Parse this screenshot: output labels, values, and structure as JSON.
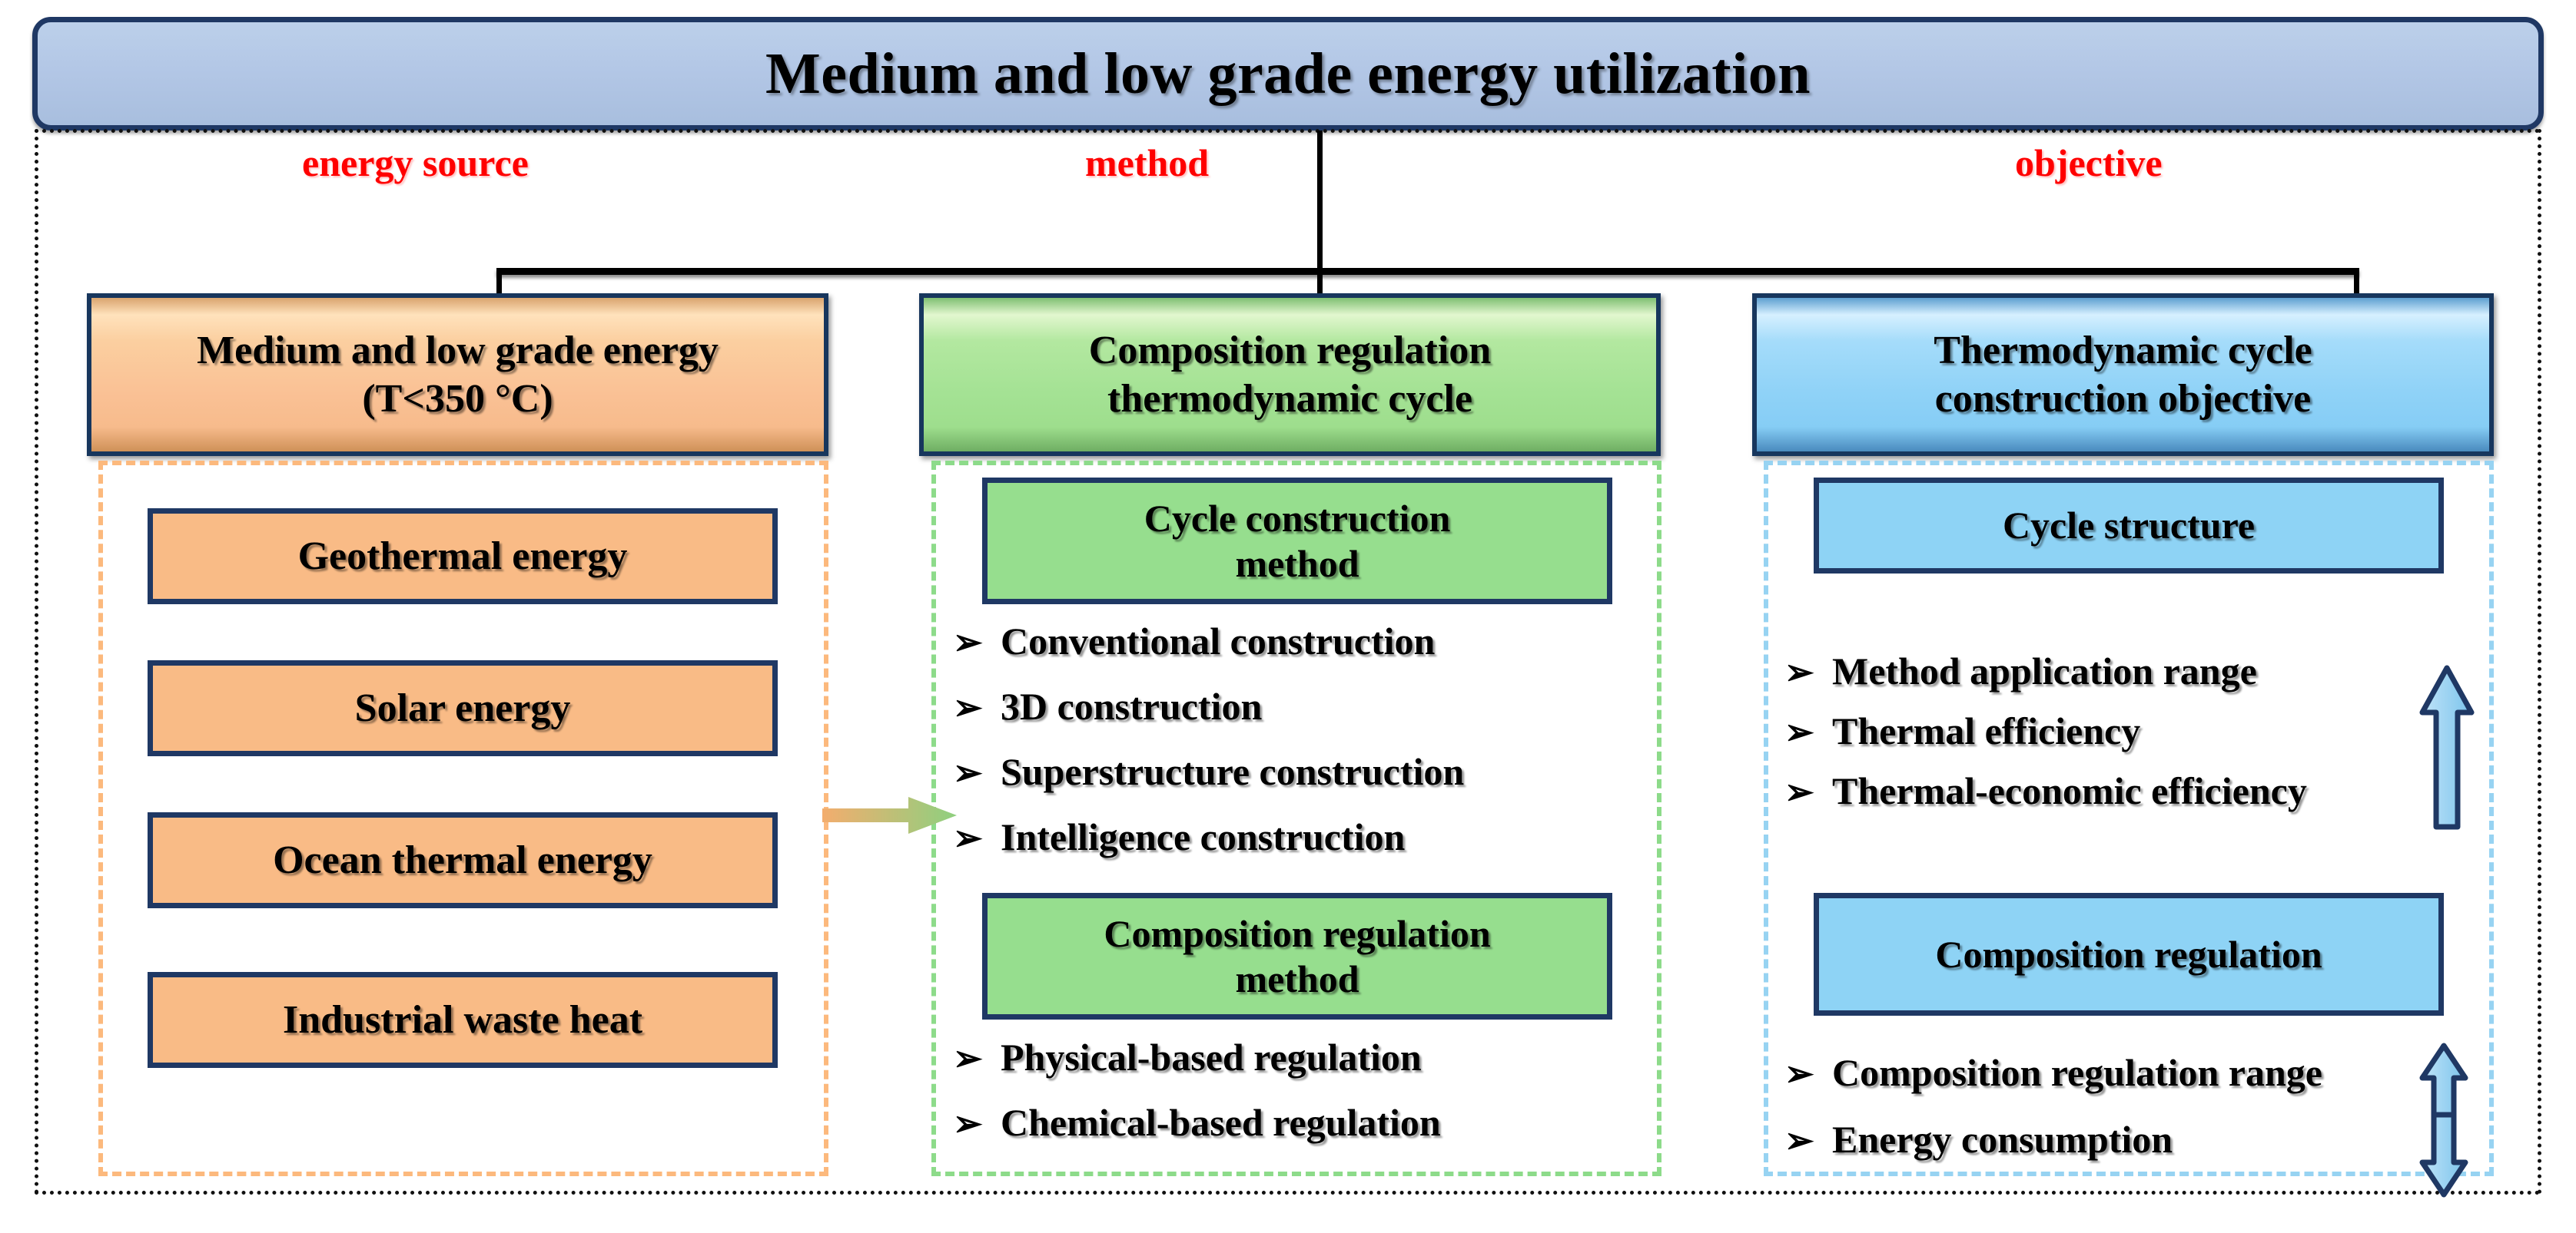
{
  "diagram": {
    "title": "Medium and low grade energy utilization",
    "connector_labels": [
      {
        "text": "energy source",
        "color": "#FF0000"
      },
      {
        "text": "method",
        "color": "#FF0000"
      },
      {
        "text": "objective",
        "color": "#FF0000"
      }
    ],
    "columns": [
      {
        "id": "energy-source",
        "accent": "#f9bb86",
        "dash_color": "#fcb97d",
        "header": "Medium and low grade energy (T<350 °C)",
        "header_line1": "Medium and low grade energy",
        "header_line2": "(T<350 °C)",
        "items": [
          "Geothermal energy",
          "Solar energy",
          "Ocean thermal energy",
          "Industrial waste heat"
        ]
      },
      {
        "id": "method",
        "accent": "#96de8e",
        "dash_color": "#8ddb8a",
        "header": "Composition regulation thermodynamic cycle",
        "header_line1": "Composition regulation",
        "header_line2": "thermodynamic cycle",
        "groups": [
          {
            "title": "Cycle construction method",
            "title_line1": "Cycle construction",
            "title_line2": "method",
            "bullets": [
              "Conventional construction",
              "3D construction",
              "Superstructure construction",
              "Intelligence construction"
            ]
          },
          {
            "title": "Composition regulation method",
            "title_line1": "Composition regulation",
            "title_line2": "method",
            "bullets": [
              "Physical-based regulation",
              "Chemical-based regulation"
            ]
          }
        ]
      },
      {
        "id": "objective",
        "accent": "#8ed3f5",
        "dash_color": "#97d3f2",
        "header": "Thermodynamic cycle construction objective",
        "header_line1": "Thermodynamic cycle",
        "header_line2": "construction objective",
        "groups": [
          {
            "title": "Cycle structure",
            "title_line1": "Cycle structure",
            "title_line2": "",
            "bullets": [
              "Method application range",
              "Thermal efficiency",
              "Thermal-economic efficiency"
            ]
          },
          {
            "title": "Composition regulation",
            "title_line1": "Composition regulation",
            "title_line2": "",
            "bullets": [
              "Composition regulation range",
              "Energy consumption"
            ]
          }
        ]
      }
    ],
    "bullet_glyph": "➢",
    "accent_arrows": [
      {
        "name": "increase-arrow",
        "direction": "up"
      },
      {
        "name": "increase-arrow",
        "direction": "up"
      },
      {
        "name": "decrease-arrow",
        "direction": "down"
      }
    ],
    "flow_arrow": {
      "name": "source-to-method-arrow",
      "from": "#f3ad6e",
      "to": "#8ed07f"
    },
    "colors": {
      "title_fill": "#b3c7e6",
      "border_navy": "#1f3864",
      "orange": "#f9bb86",
      "green": "#96de8e",
      "blue": "#8ed3f5",
      "red_label": "#FF0000",
      "frame": "#111111"
    }
  }
}
